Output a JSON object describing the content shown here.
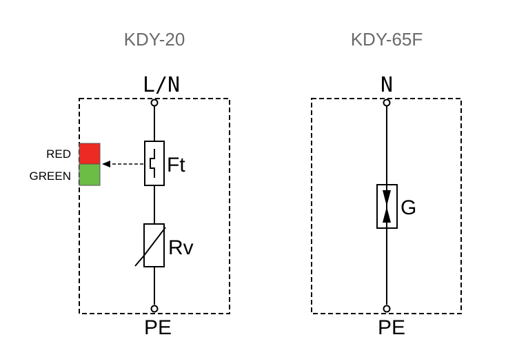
{
  "modules": [
    {
      "title": "KDY-20",
      "top_terminal": "L/N",
      "bottom_terminal": "PE",
      "components": [
        {
          "symbol": "thermal-fuse",
          "label": "Ft"
        },
        {
          "symbol": "varistor",
          "label": "Rv"
        }
      ],
      "indicator": {
        "states": [
          {
            "label": "RED",
            "color": "#ee2a24"
          },
          {
            "label": "GREEN",
            "color": "#6cbd45"
          }
        ]
      }
    },
    {
      "title": "KDY-65F",
      "top_terminal": "N",
      "bottom_terminal": "PE",
      "components": [
        {
          "symbol": "gas-discharge-tube",
          "label": "G"
        }
      ]
    }
  ]
}
